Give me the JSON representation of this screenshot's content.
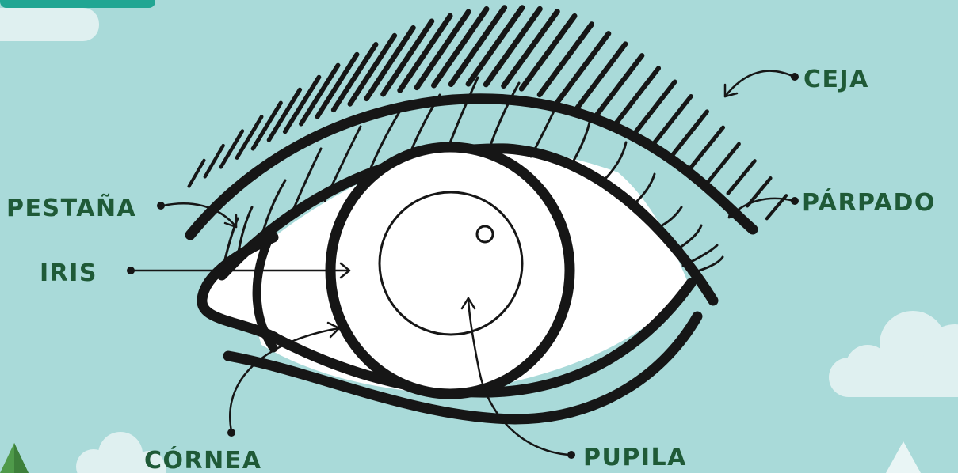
{
  "diagram": {
    "labels": {
      "ceja": "CEJA",
      "parpado": "PÁRPADO",
      "pestana": "PESTAÑA",
      "iris": "IRIS",
      "cornea": "CÓRNEA",
      "pupila": "PUPILA"
    }
  },
  "colors": {
    "background": "#a9dad9",
    "label_text": "#1f5a37",
    "outline": "#161616",
    "eye_white": "#ffffff",
    "cloud": "#dff0f0",
    "tab": "#21a693",
    "tree": "#4f9a4a"
  }
}
